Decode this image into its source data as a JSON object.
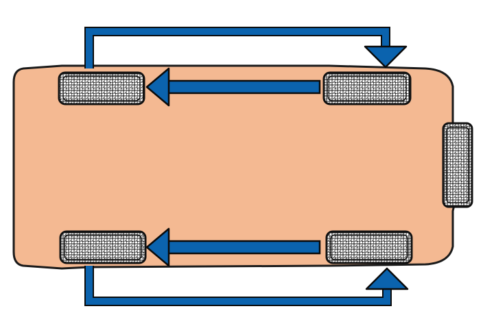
{
  "diagram": {
    "subject": "vehicle-top-view-tire-rotation",
    "colors": {
      "body_fill": "#f4b992",
      "body_stroke": "#1a1a1a",
      "arrow_blue": "#0b63ae",
      "arrow_outline": "#0a0a0a",
      "tire_fill": "#ffffff",
      "tire_tread": "#111111",
      "background": "#ffffff"
    },
    "tires": [
      {
        "id": "front-left",
        "label": ""
      },
      {
        "id": "rear-left",
        "label": ""
      },
      {
        "id": "front-right",
        "label": ""
      },
      {
        "id": "rear-right",
        "label": ""
      },
      {
        "id": "spare",
        "label": ""
      }
    ],
    "arrows": [
      {
        "id": "loop-top",
        "from": "rear-left",
        "to": "front-left"
      },
      {
        "id": "straight-top",
        "from": "front-left",
        "to": "rear-left"
      },
      {
        "id": "straight-bottom",
        "from": "front-right",
        "to": "rear-right"
      },
      {
        "id": "loop-bottom",
        "from": "rear-right",
        "to": "front-right"
      }
    ]
  }
}
